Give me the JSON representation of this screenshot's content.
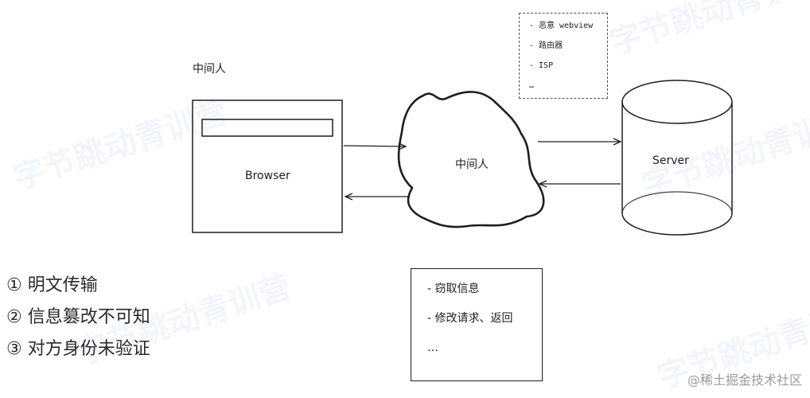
{
  "top_label": "中间人",
  "browser": {
    "label": "Browser"
  },
  "cloud": {
    "label": "中间人"
  },
  "server": {
    "label": "Server"
  },
  "attack_points": [
    "- 恶意 webview",
    "- 路由器",
    "- ISP",
    "…"
  ],
  "attack_actions": [
    "-  窃取信息",
    "-  修改请求、返回",
    "…"
  ],
  "risks": [
    "① 明文传输",
    "② 信息篡改不可知",
    "③ 对方身份未验证"
  ],
  "watermark": "字节跳动青训营",
  "footer": "@稀土掘金技术社区",
  "colors": {
    "stroke": "#1e1e1e",
    "watermark": "#c8d2f0"
  }
}
